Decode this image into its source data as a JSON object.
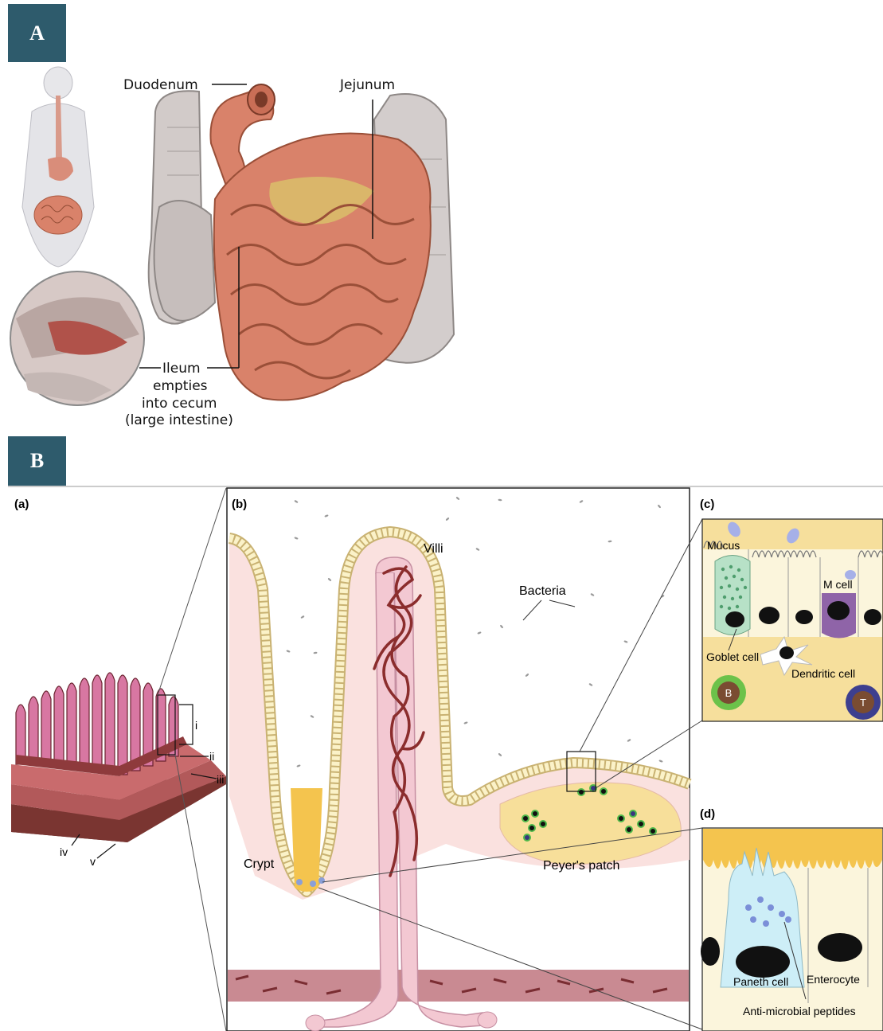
{
  "panels": {
    "a": "A",
    "b": "B"
  },
  "panel_a": {
    "duodenum": "Duodenum",
    "jejunum": "Jejunum",
    "ileum_lines": [
      "Ileum",
      "empties",
      "into cecum",
      "(large intestine)"
    ]
  },
  "panel_b": {
    "sub_a": "(a)",
    "sub_b": "(b)",
    "sub_c": "(c)",
    "sub_d": "(d)",
    "layers": [
      "i",
      "ii",
      "iii",
      "iv",
      "v"
    ],
    "villi": "Villi",
    "bacteria": "Bacteria",
    "crypt": "Crypt",
    "peyers_patch": "Peyer's patch",
    "mucus": "Mucus",
    "m_cell": "M cell",
    "goblet_cell": "Goblet cell",
    "dendritic_cell": "Dendritic cell",
    "b_cell": "B",
    "t_cell": "T",
    "paneth_cell": "Paneth cell",
    "enterocyte": "Enterocyte",
    "amp": "Anti-microbial peptides"
  },
  "colors": {
    "badge": "#2e5b6c",
    "intestine": "#d9826a",
    "villus_pink": "#f3c8d2",
    "crypt_yellow": "#f4c44e",
    "b_cell_ring": "#6cc24a",
    "t_cell_ring": "#3d3f8f",
    "m_cell": "#8f64a8",
    "goblet": "#a9d9c0"
  }
}
